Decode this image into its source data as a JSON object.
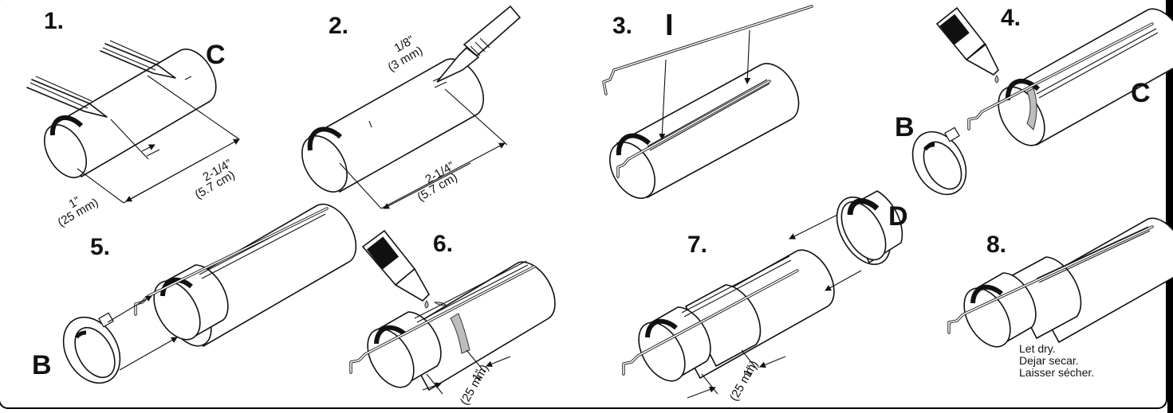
{
  "steps": [
    {
      "number": "1."
    },
    {
      "number": "2."
    },
    {
      "number": "3."
    },
    {
      "number": "4."
    },
    {
      "number": "5."
    },
    {
      "number": "6."
    },
    {
      "number": "7."
    },
    {
      "number": "8."
    }
  ],
  "parts": {
    "c": "C",
    "i": "I",
    "b": "B",
    "d": "D"
  },
  "dimensions": {
    "one_inch": "1”",
    "one_inch_mm": "(25 mm)",
    "two_quarter": "2-1/4”",
    "two_quarter_cm": "(5.7 cm)",
    "eighth": "1/8”",
    "eighth_mm": "(3 mm)"
  },
  "note": {
    "en": "Let dry.",
    "es": "Dejar secar.",
    "fr": "Laisser sécher."
  },
  "colors": {
    "line": "#111111",
    "glue": "#bdbdbd",
    "background": "#ffffff"
  }
}
